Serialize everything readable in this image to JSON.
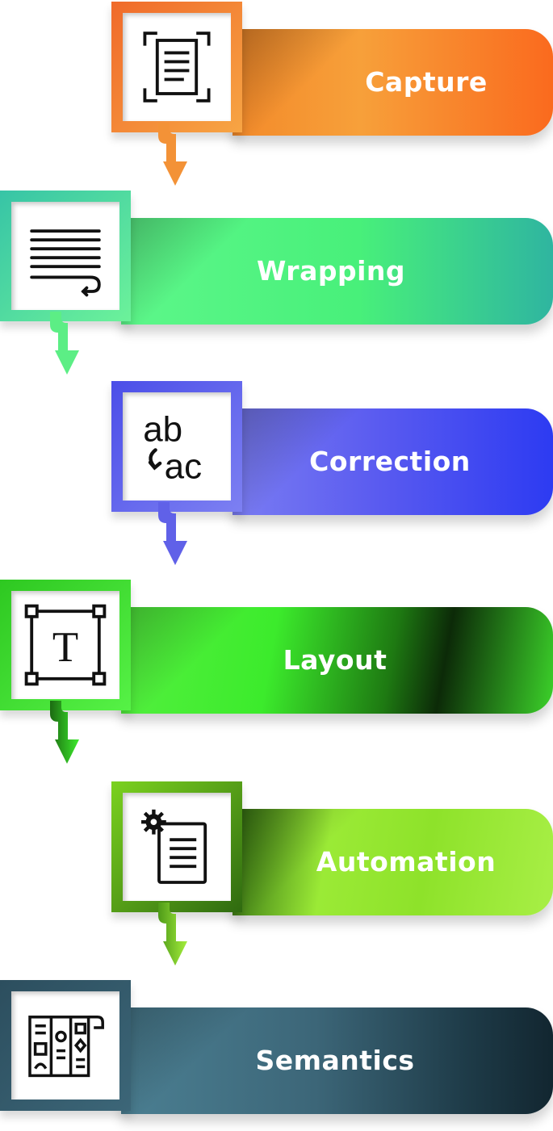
{
  "steps": [
    {
      "label": "Capture",
      "icon": "document-scan-icon"
    },
    {
      "label": "Wrapping",
      "icon": "text-wrap-icon"
    },
    {
      "label": "Correction",
      "icon": "spell-correction-icon"
    },
    {
      "label": "Layout",
      "icon": "text-box-layout-icon"
    },
    {
      "label": "Automation",
      "icon": "document-gear-icon"
    },
    {
      "label": "Semantics",
      "icon": "newspaper-icon"
    }
  ],
  "icon_text": {
    "ab": "ab",
    "ac": "ac",
    "t": "T"
  },
  "colors": {
    "capture": "#F7931E",
    "wrapping": "#48F07A",
    "correction": "#5A5BF0",
    "layout": "#3CEB2C",
    "automation": "#8EE22A",
    "semantics": "#3C6678"
  }
}
